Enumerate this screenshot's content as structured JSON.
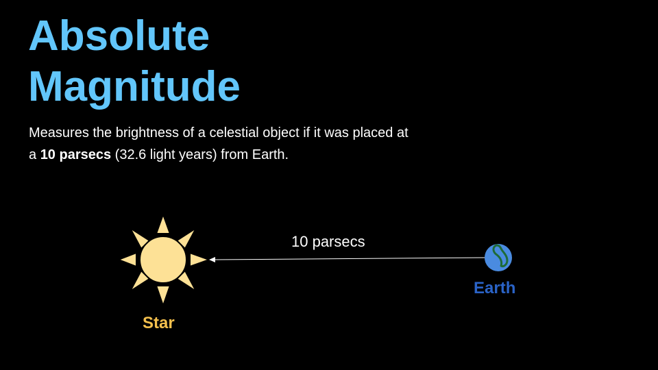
{
  "slide": {
    "title_line1": "Absolute",
    "title_line2": "Magnitude",
    "description_before": "Measures the brightness of a celestial object if it was placed at a ",
    "description_bold": "10 parsecs",
    "description_after": " (32.6 light years) from Earth."
  },
  "diagram": {
    "distance_label": "10 parsecs",
    "star_label": "Star",
    "earth_label": "Earth",
    "star_icon": "sun-icon",
    "earth_icon": "earth-globe-icon"
  },
  "colors": {
    "title": "#62c6fb",
    "text": "#ffffff",
    "background": "#000000",
    "star_fill": "#fde196",
    "star_label": "#f4c04d",
    "earth_ocean": "#4a8be0",
    "earth_land": "#1e6b38",
    "earth_label": "#2a63c7",
    "arrow": "#ffffff"
  }
}
